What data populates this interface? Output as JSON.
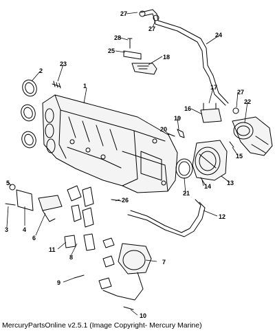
{
  "diagram": {
    "callouts": [
      "1",
      "2",
      "3",
      "4",
      "5",
      "6",
      "7",
      "8",
      "9",
      "10",
      "11",
      "12",
      "13",
      "14",
      "15",
      "16",
      "17",
      "18",
      "19",
      "20",
      "21",
      "22",
      "23",
      "24",
      "25",
      "26",
      "27",
      "27",
      "27",
      "28"
    ]
  },
  "footer": {
    "copyright": "MercuryPartsOnline v2.5.1 (Image Copyright- Mercury Marine)"
  }
}
